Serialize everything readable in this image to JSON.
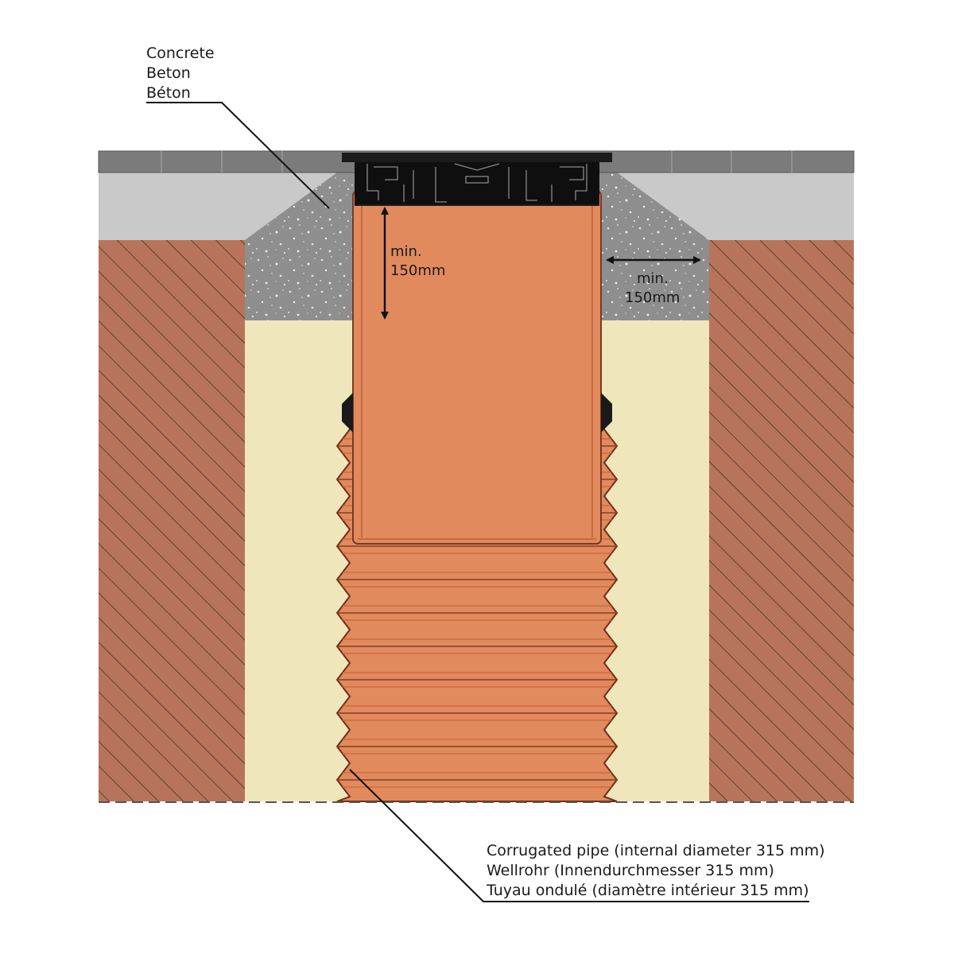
{
  "labels": {
    "concrete": {
      "lines": [
        "Concrete",
        "Beton",
        "Béton"
      ]
    },
    "pipe": {
      "lines": [
        "Corrugated pipe (internal diameter 315 mm)",
        "Wellrohr (Innendurchmesser 315 mm)",
        "Tuyau ondulé (diamètre intérieur 315 mm)"
      ]
    },
    "dim_vertical": {
      "line1": "min.",
      "line2": "150mm"
    },
    "dim_horizontal": {
      "line1": "min.",
      "line2": "150mm"
    }
  },
  "colors": {
    "paving": "#7b7b7b",
    "sub_base": "#c9c9c9",
    "concrete": "#8e8e8e",
    "soil": "#b8745a",
    "backfill": "#f0e6bc",
    "pipe": "#e08a5e",
    "pipe_dark": "#c9683f",
    "frame": "#111111"
  }
}
